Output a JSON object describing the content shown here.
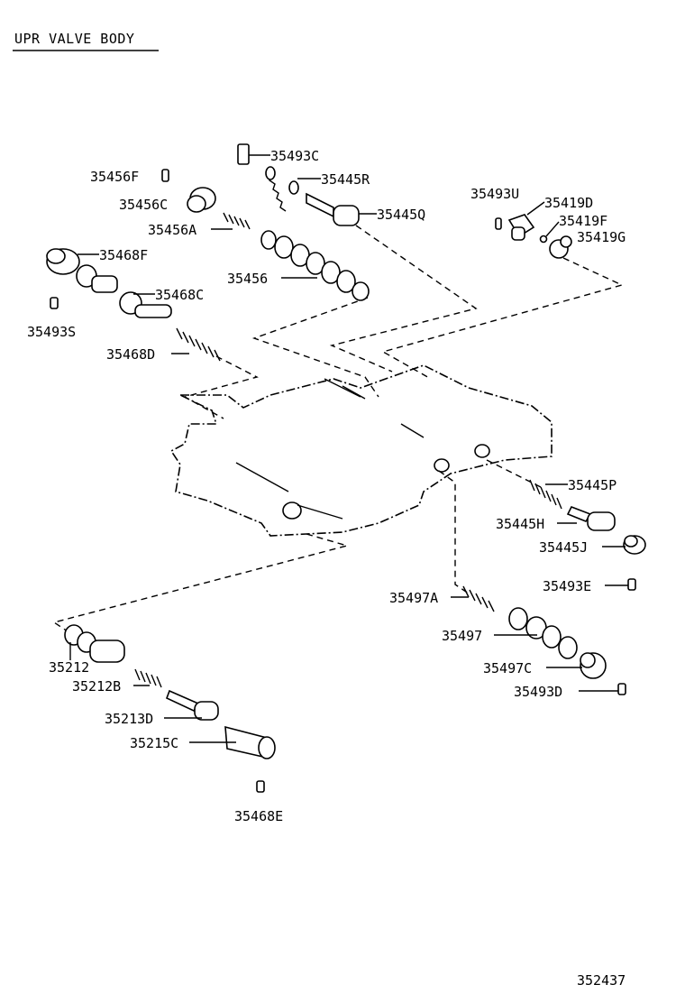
{
  "title": "UPR VALVE BODY",
  "figure_number": "352437",
  "labels": {
    "p35493C": "35493C",
    "p35445R": "35445R",
    "p35445Q": "35445Q",
    "p35456F": "35456F",
    "p35456C": "35456C",
    "p35456A": "35456A",
    "p35456": "35456",
    "p35468F": "35468F",
    "p35468C": "35468C",
    "p35493S": "35493S",
    "p35468D": "35468D",
    "p35493U": "35493U",
    "p35419D": "35419D",
    "p35419F": "35419F",
    "p35419G": "35419G",
    "p35445P": "35445P",
    "p35445H": "35445H",
    "p35445J": "35445J",
    "p35493E": "35493E",
    "p35497A": "35497A",
    "p35497": "35497",
    "p35497C": "35497C",
    "p35493D": "35493D",
    "p35212": "35212",
    "p35212B": "35212B",
    "p35213D": "35213D",
    "p35215C": "35215C",
    "p35468E": "35468E"
  }
}
